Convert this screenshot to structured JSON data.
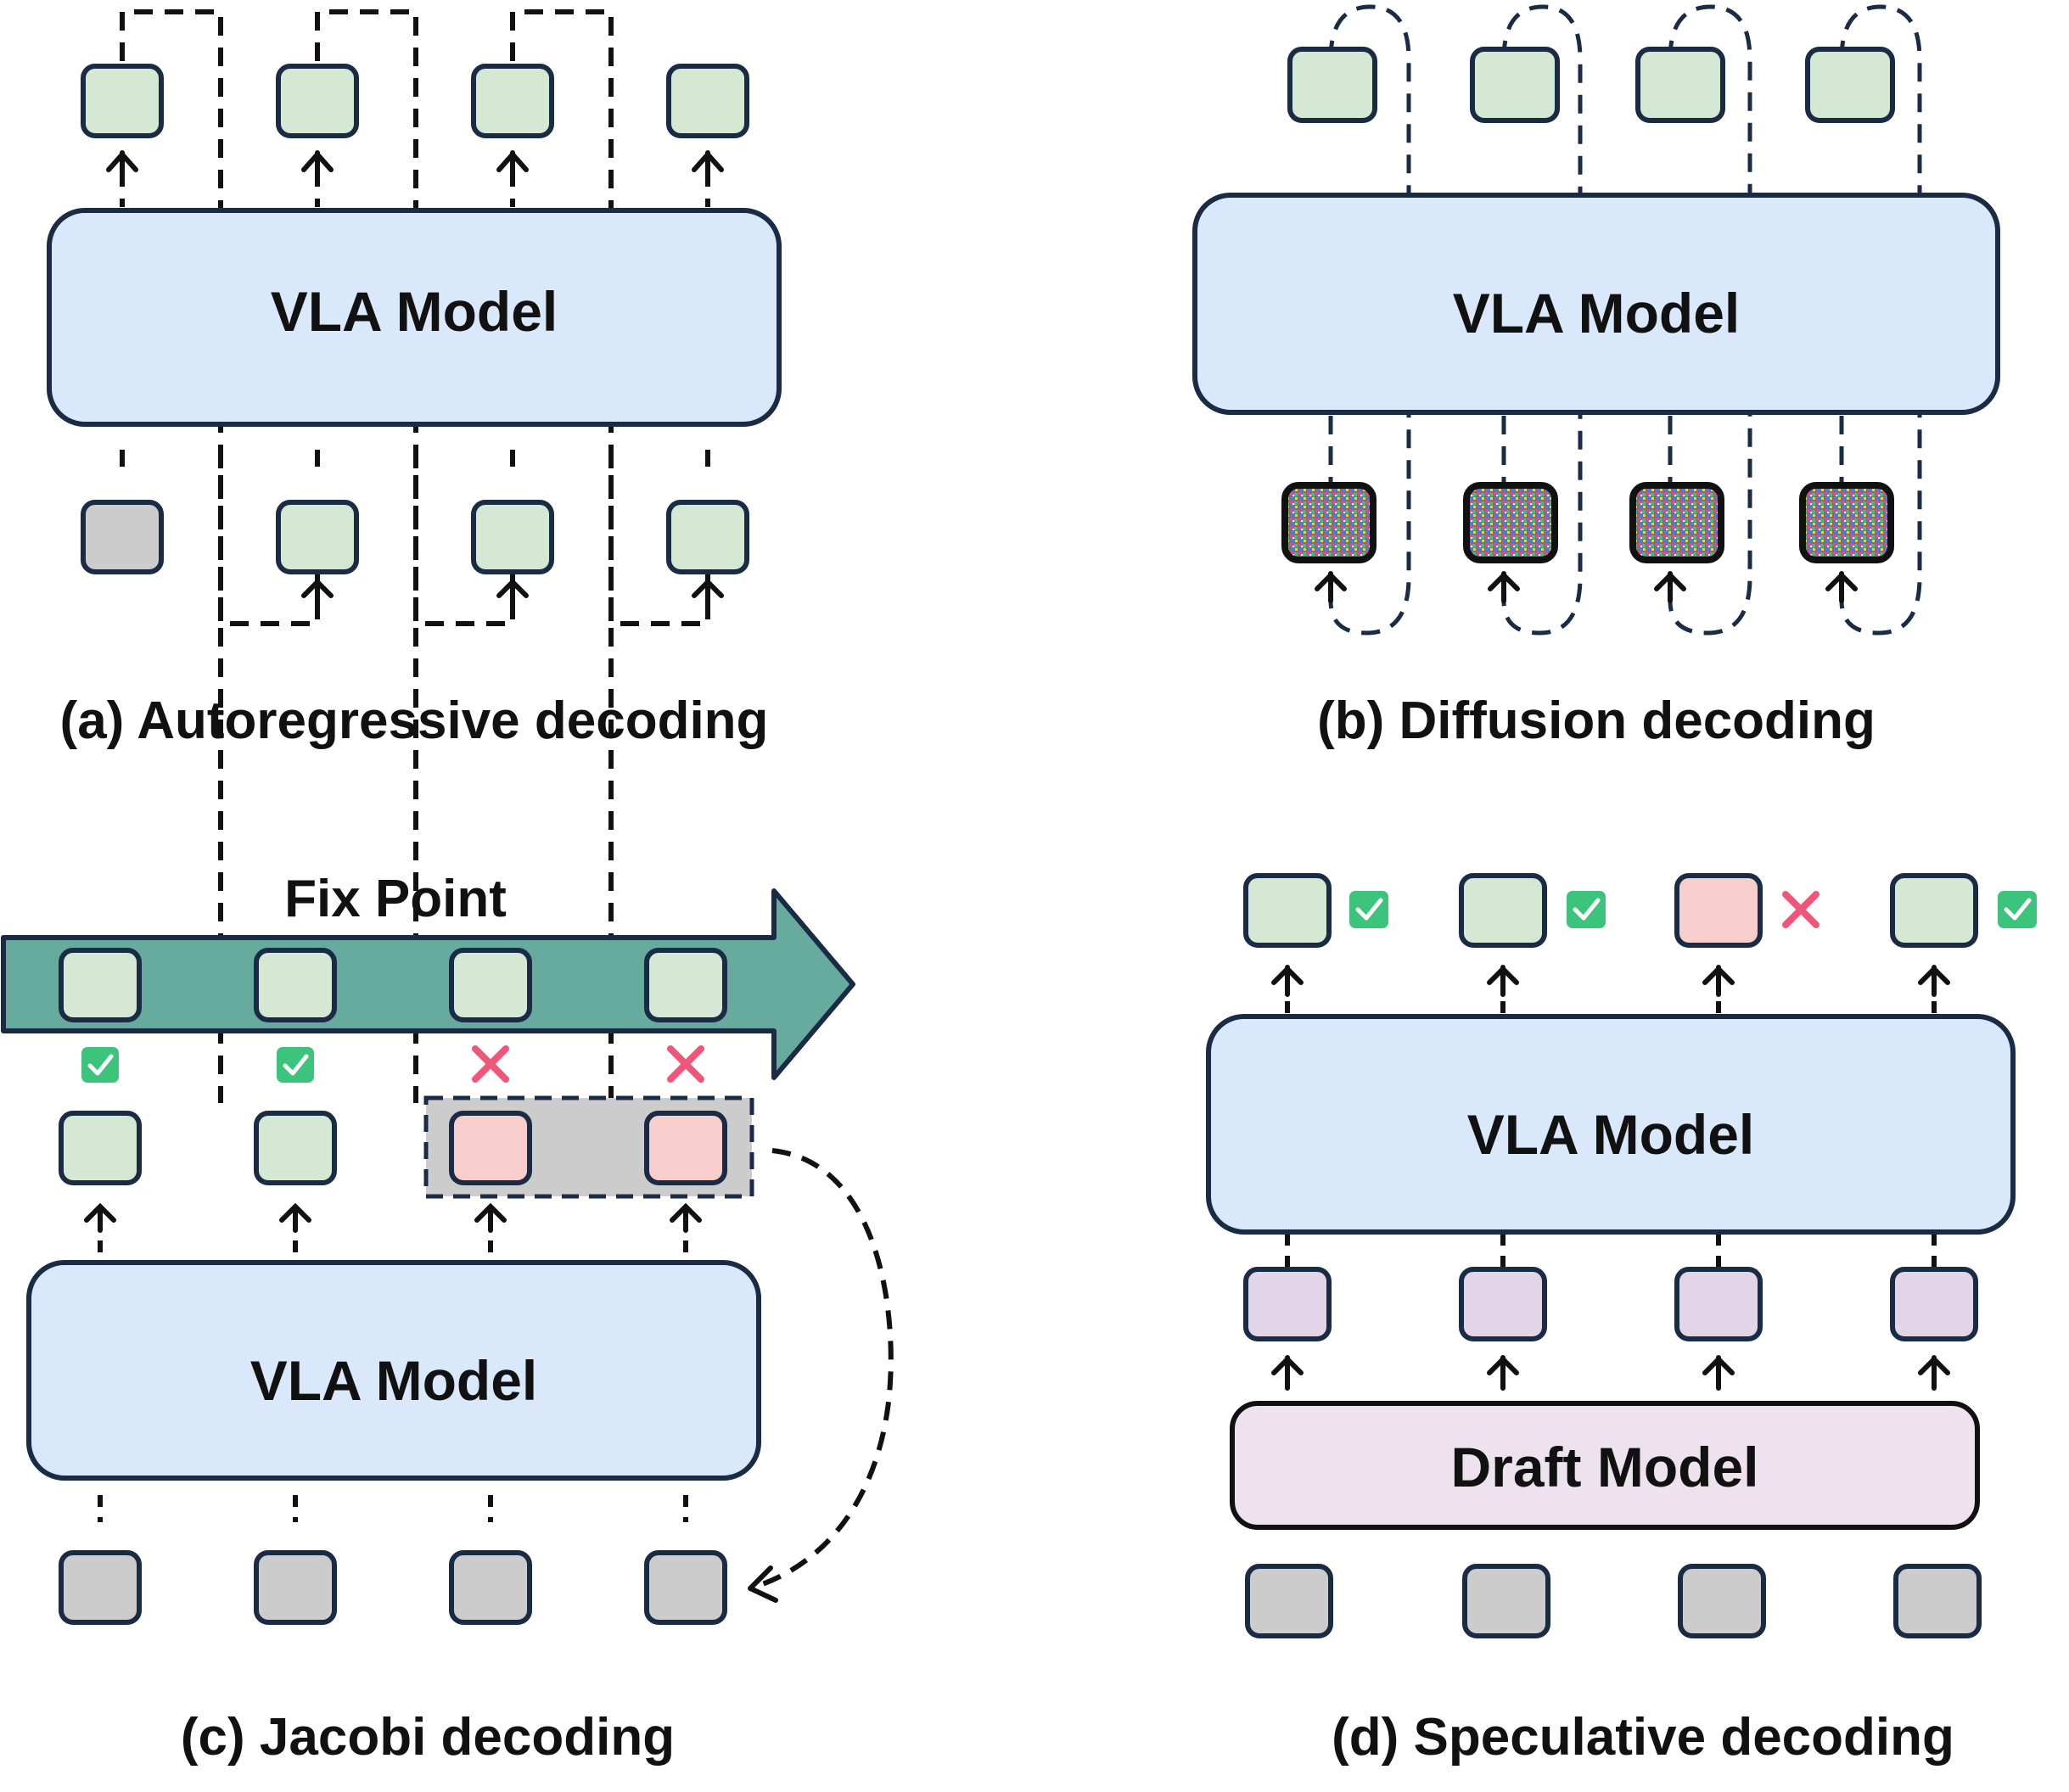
{
  "panels": {
    "a": {
      "caption": "(a) Autoregressive decoding",
      "model_label": "VLA Model"
    },
    "b": {
      "caption": "(b) Diffusion decoding",
      "model_label": "VLA Model"
    },
    "c": {
      "caption": "(c) Jacobi decoding",
      "model_label": "VLA Model",
      "fix_point_label": "Fix Point"
    },
    "d": {
      "caption": "(d) Speculative decoding",
      "model_label": "VLA Model",
      "draft_label": "Draft Model"
    }
  },
  "colors": {
    "accepted_token": "#d5e8d4",
    "rejected_token": "#f8cecc",
    "input_token": "#cccccc",
    "draft_token": "#e1d5e7",
    "vla_model_fill": "#dae8fc",
    "draft_model_fill": "#ede2ee",
    "outline": "#1a2b45",
    "fix_point_arrow": "#67ab9f",
    "check_mark": "#3cc47c",
    "cross_mark": "#f0557a"
  }
}
